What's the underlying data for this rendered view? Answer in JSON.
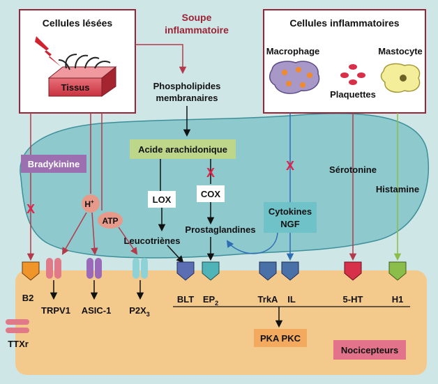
{
  "boxes": {
    "injured_cells": "Cellules lésées",
    "tissue": "Tissus",
    "inflammatory_soup_line1": "Soupe",
    "inflammatory_soup_line2": "inflammatoire",
    "inflammatory_cells": "Cellules inflammatoires",
    "macrophage": "Macrophage",
    "mast_cell": "Mastocyte",
    "platelets": "Plaquettes",
    "phospholipids_line1": "Phospholipides",
    "phospholipids_line2": "membranaires",
    "arachidonic_acid": "Acide arachidonique",
    "bradykinin": "Bradykinine",
    "serotonin": "Sérotonine",
    "histamine": "Histamine",
    "lox": "LOX",
    "cox": "COX",
    "cytokines_line1": "Cytokines",
    "cytokines_line2": "NGF",
    "h_plus": "H",
    "h_plus_sup": "+",
    "atp": "ATP",
    "prostaglandins": "Prostaglandines",
    "leukotrienes": "Leucotriènes",
    "pka_pkc": "PKA PKC",
    "nociceptors": "Nocicepteurs"
  },
  "receptors": {
    "b2": "B2",
    "trpv1": "TRPV1",
    "asic1": "ASIC-1",
    "p2x3_main": "P2X",
    "p2x3_sub": "3",
    "blt": "BLT",
    "ep2_main": "EP",
    "ep2_sub": "2",
    "trka": "TrkA",
    "il": "IL",
    "ht5": "5-HT",
    "h1": "H1",
    "ttxr": "TTXr"
  },
  "block_mark": "X",
  "colors": {
    "background": "#cfe6e6",
    "cell_fill": "#8ec9ce",
    "nociceptor_fill": "#f4c98c",
    "dark_red": "#9b2335",
    "purple_box": "#9b6fb0",
    "green_box": "#bdd68a",
    "cyan_box": "#6fc3c8",
    "pka_box": "#f3a95e",
    "nociceptor_label_box": "#e3738a",
    "red_x": "#e0234b"
  }
}
